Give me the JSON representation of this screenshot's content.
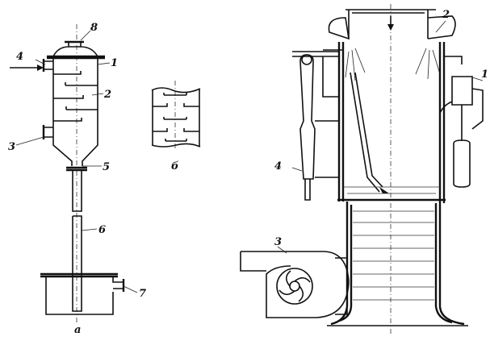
{
  "figure_a": {
    "caption": "а",
    "labels": {
      "l1": "1",
      "l2": "2",
      "l3": "3",
      "l4": "4",
      "l5": "5",
      "l6": "6",
      "l7": "7",
      "l8": "8"
    }
  },
  "figure_b": {
    "caption": "б"
  },
  "figure_right": {
    "labels": {
      "l1": "1",
      "l2": "2",
      "l3": "3",
      "l4": "4"
    }
  }
}
